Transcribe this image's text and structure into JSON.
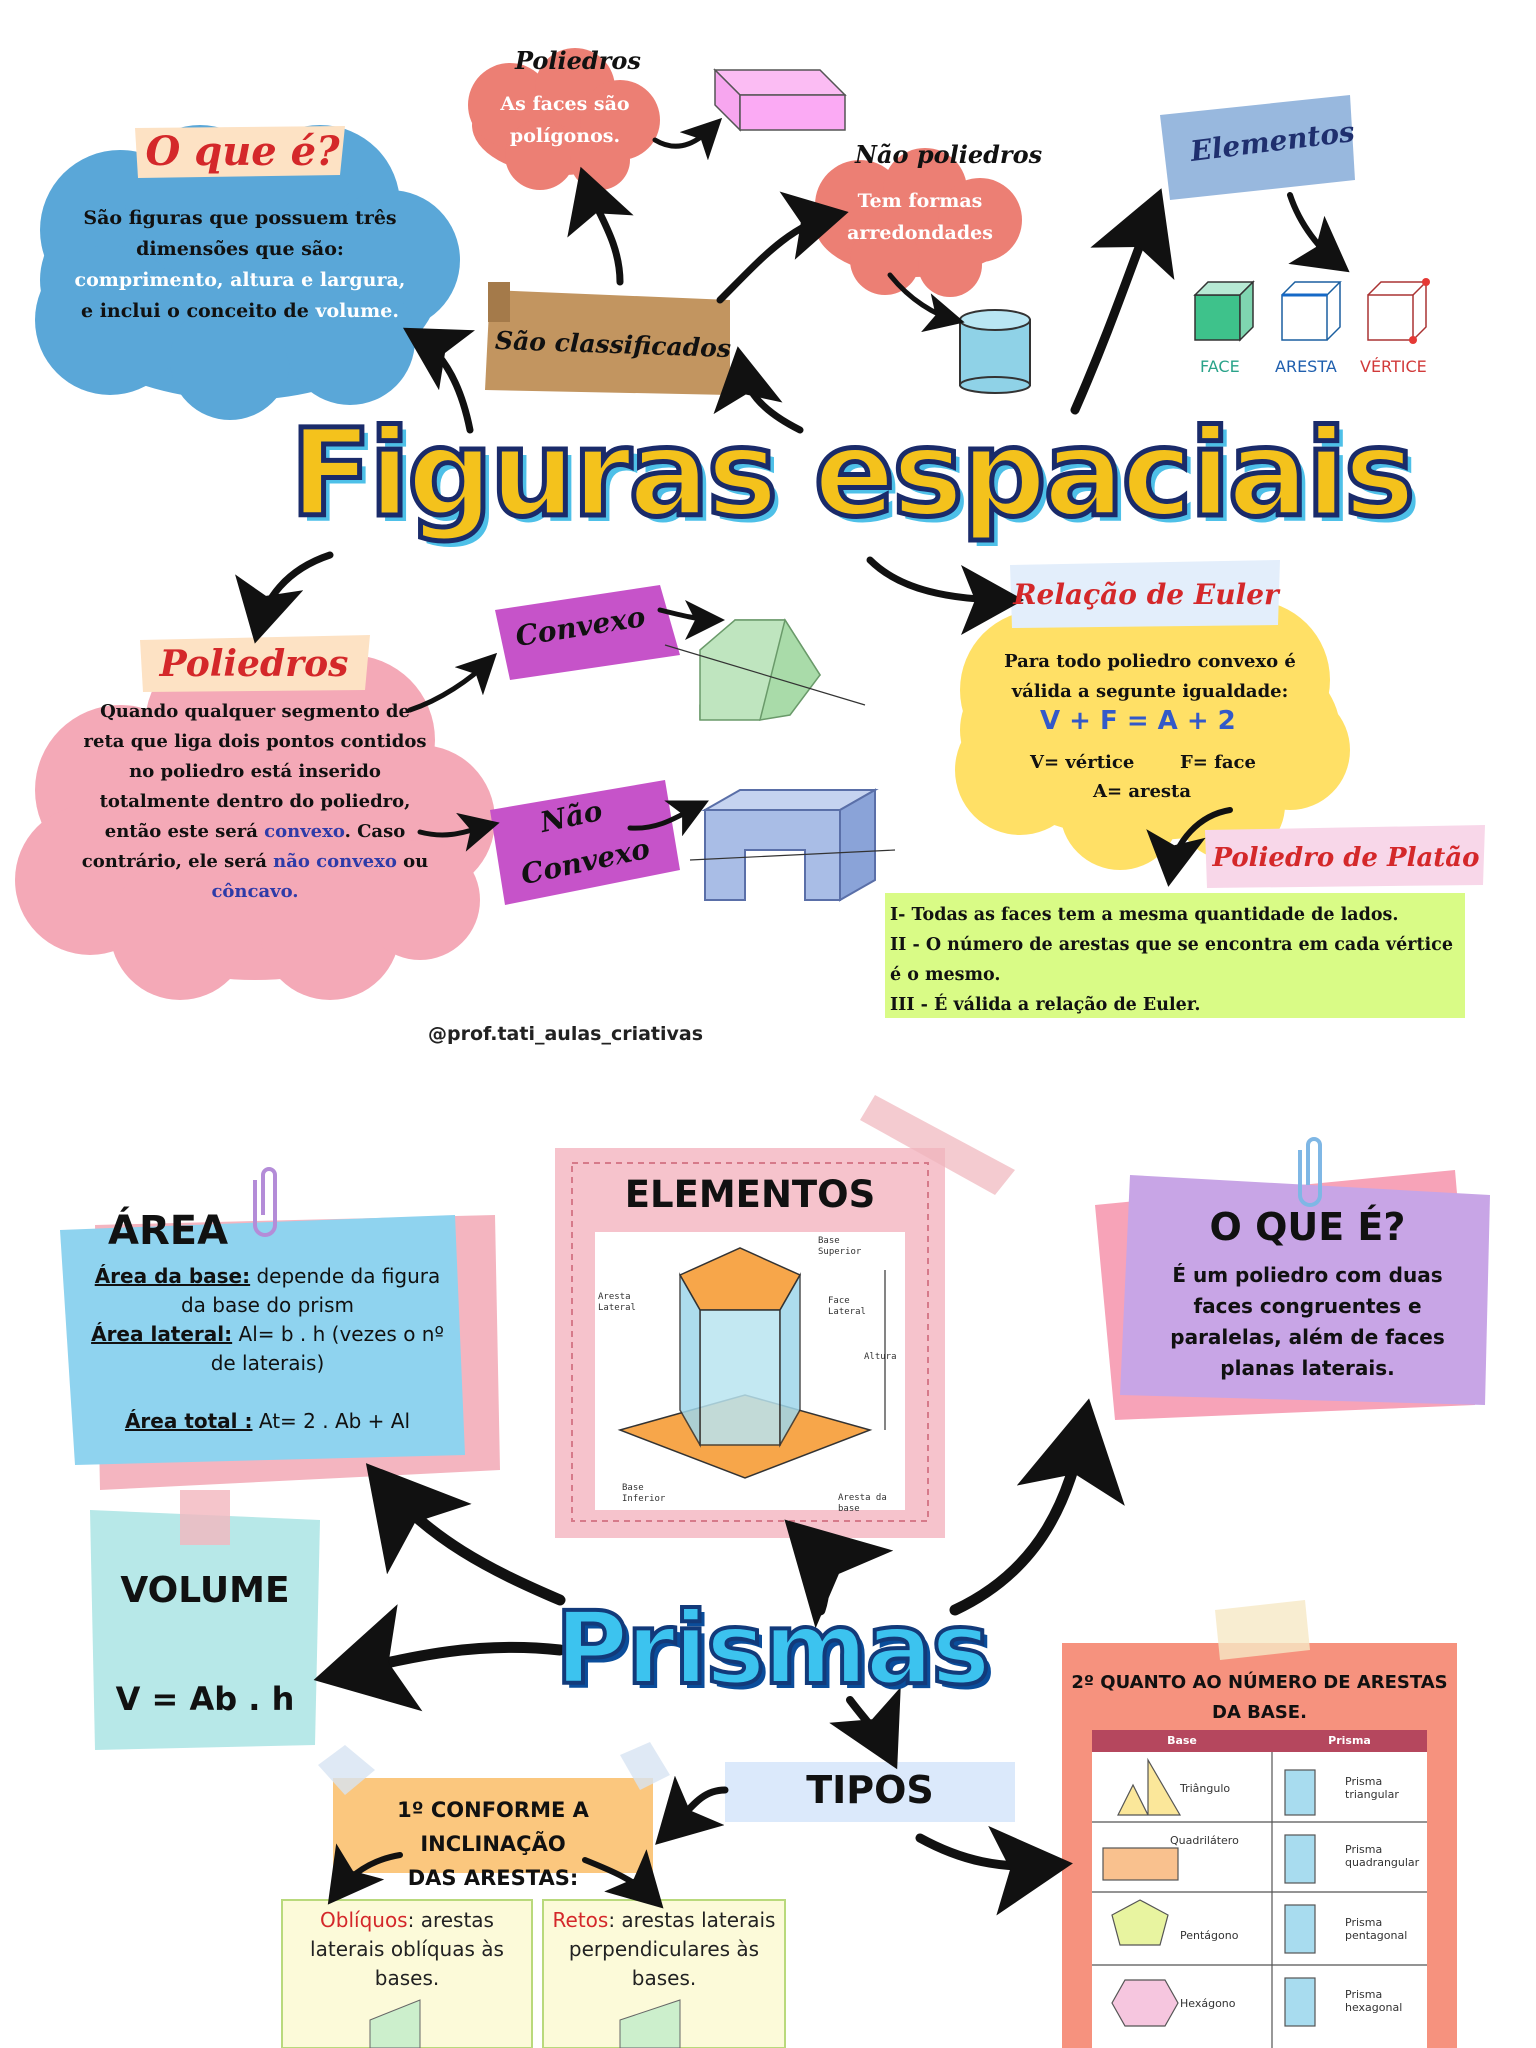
{
  "colors": {
    "blue_cloud": "#5aa7d8",
    "pink_cloud": "#f4a9b7",
    "salmon_cloud": "#ec7f74",
    "yellow_cloud": "#ffe066",
    "green_box": "#d9fb86",
    "purple_tag": "#c653c9",
    "steel_tag": "#98b8de",
    "brown_tag": "#c29560"
  },
  "top": {
    "what_is": {
      "title": "O que é?",
      "line1": "São figuras que possuem três",
      "line2": "dimensões que são:",
      "line3": "comprimento, altura e largura,",
      "line4_a": "e inclui o conceito de ",
      "line4_b": "volume."
    },
    "polyhedra_top": {
      "label": "Poliedros",
      "line1": "As faces são",
      "line2": "polígonos."
    },
    "non_polyhedra": {
      "label": "Não poliedros",
      "line1": "Tem formas",
      "line2": "arredondades"
    },
    "classified": "São classificados",
    "elements": {
      "label": "Elementos",
      "face": "FACE",
      "edge": "ARESTA",
      "vertex": "VÉRTICE"
    },
    "main_title": "Figuras espaciais",
    "polyhedra": {
      "title": "Poliedros",
      "lines": [
        "Quando qualquer segmento de",
        "reta que liga dois pontos contidos",
        "no poliedro está inserido",
        "totalmente dentro do poliedro,"
      ],
      "line5_a": "então este será ",
      "line5_b": "convexo",
      "line5_c": ". Caso",
      "line6_a": "contrário, ele será ",
      "line6_b": "não convexo",
      "line6_c": " ou",
      "line7": "côncavo."
    },
    "convex": "Convexo",
    "non_convex_1": "Não",
    "non_convex_2": "Convexo",
    "euler": {
      "title": "Relação de Euler",
      "line1": "Para todo poliedro convexo é",
      "line2": "válida a segunte igualdade:",
      "formula": "V + F = A + 2",
      "legend_v": "V= vértice",
      "legend_f": "F= face",
      "legend_a": "A= aresta"
    },
    "plato": {
      "title": "Poliedro de Platão",
      "line1": "I- Todas as faces tem a mesma quantidade de lados.",
      "line2": "II - O número de arestas que se encontra em cada vértice",
      "line3": "é o mesmo.",
      "line4": "III - É válida a relação de Euler."
    },
    "credit": "@prof.tati_aulas_criativas"
  },
  "bottom": {
    "area": {
      "title": "ÁREA",
      "base_label": "Área da base:",
      "base_text1": " depende da figura",
      "base_text2": "da base do prism",
      "lateral_label": "Área lateral:",
      "lateral_text1": "  Al= b . h (vezes o nº",
      "lateral_text2": "de laterais)",
      "total_label": "Área total :",
      "total_text": " At= 2 . Ab + Al"
    },
    "elements": {
      "title": "ELEMENTOS",
      "top_base": "Base Superior",
      "side_edge": "Aresta Lateral",
      "side_face": "Face Lateral",
      "height": "Altura",
      "bottom_base": "Base Inferior",
      "base_edge": "Aresta da base"
    },
    "what_is": {
      "title": "O QUE É?",
      "line1": "É um poliedro com duas",
      "line2": "faces congruentes e",
      "line3": "paralelas, além de faces",
      "line4": "planas laterais."
    },
    "volume": {
      "title": "VOLUME",
      "formula": "V = Ab . h"
    },
    "main_title": "Prismas",
    "types": "TIPOS",
    "inclination": {
      "line1": "1º CONFORME A INCLINAÇÃO",
      "line2": "DAS ARESTAS:"
    },
    "oblique": {
      "word": "Oblíquos",
      "rest1": ": arestas",
      "line2": "laterais oblíquas às",
      "line3": "bases."
    },
    "right": {
      "word": "Retos",
      "rest1": ": arestas laterais",
      "line2": "perpendiculares às",
      "line3": "bases."
    },
    "by_edges": {
      "line1": "2º QUANTO AO NÚMERO DE ARESTAS",
      "line2": "DA BASE.",
      "col_base": "Base",
      "col_prism": "Prisma",
      "rows": [
        {
          "base": "Triângulo",
          "prism": "Prisma triangular"
        },
        {
          "base": "Quadrilátero",
          "prism": "Prisma quadrangular"
        },
        {
          "base": "Pentágono",
          "prism": "Prisma pentagonal"
        },
        {
          "base": "Hexágono",
          "prism": "Prisma hexagonal"
        }
      ]
    }
  }
}
